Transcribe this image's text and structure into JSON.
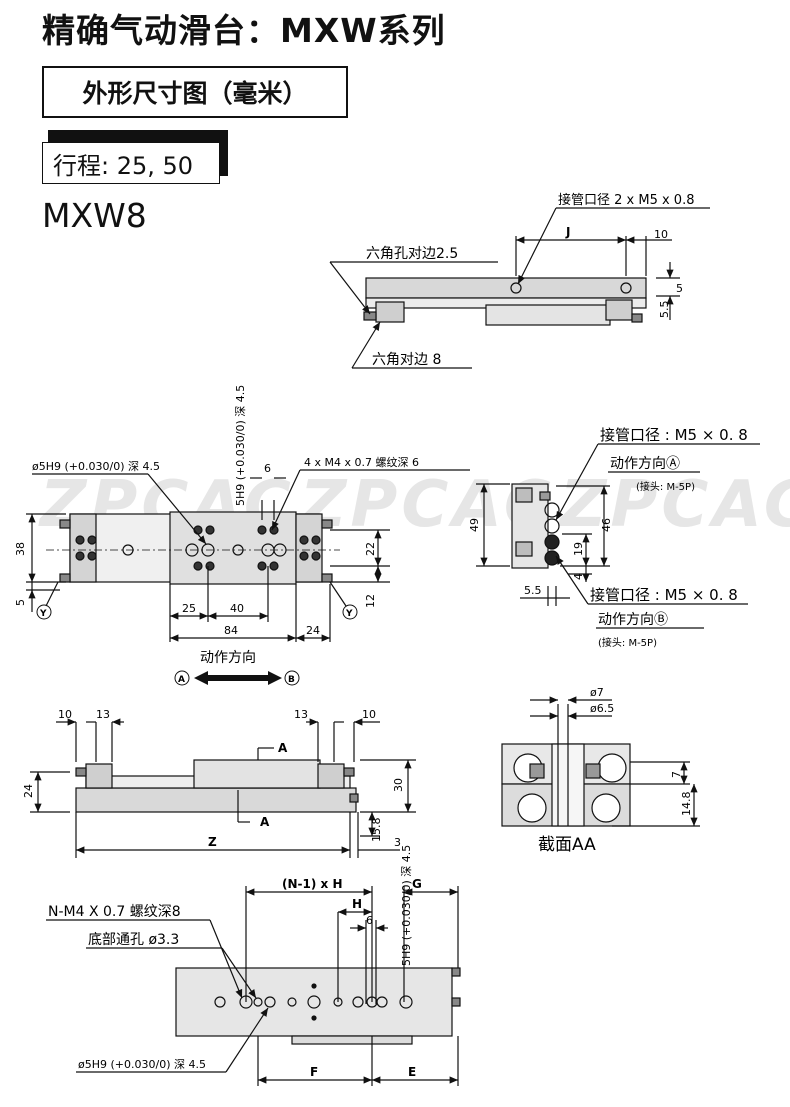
{
  "header": {
    "title": "精确气动滑台：MXW系列",
    "section_label": "外形尺寸图（毫米）",
    "stroke_label": "行程: 25, 50",
    "model": "MXW8"
  },
  "watermark": {
    "text_1": "ZPCAC",
    "text_2": "ZPCAC",
    "text_3": "ZPCAC"
  },
  "side_view": {
    "port_label": "接管口径 2 x M5 x 0.8",
    "hex_hole_label": "六角孔对边2.5",
    "hex_label": "六角对边 8",
    "dim_j": "J",
    "dim_10": "10",
    "dim_5": "5",
    "dim_5_5": "5.5"
  },
  "top_view": {
    "pin_hole_left": "ø5H9 (+0.030/0) 深 4.5",
    "pin_hole_vertical": "5H9 (+0.030/0) 深 4.5",
    "dim_6": "6",
    "thread_label": "4 x M4 x 0.7  螺纹深 6",
    "dim_38": "38",
    "dim_5": "5",
    "dim_22": "22",
    "dim_12": "12",
    "dim_25": "25",
    "dim_40": "40",
    "dim_84": "84",
    "dim_24": "24",
    "mark_y": "Y",
    "motion_label": "动作方向",
    "mark_a": "A",
    "mark_b": "B"
  },
  "end_view": {
    "port_a_label": "接管口径 : M5 × 0. 8",
    "dir_a_label": "动作方向Ⓐ",
    "fitting_a": "(接头: M-5P)",
    "port_b_label": "接管口径 : M5 × 0. 8",
    "dir_b_label": "动作方向Ⓑ",
    "fitting_b": "(接头: M-5P)",
    "dim_49": "49",
    "dim_46": "46",
    "dim_19": "19",
    "dim_4": "4",
    "dim_5_5": "5.5"
  },
  "front_view": {
    "dim_10_left": "10",
    "dim_13_left": "13",
    "dim_13_right": "13",
    "dim_10_right": "10",
    "section_a": "A",
    "dim_24": "24",
    "dim_30": "30",
    "dim_15_8": "15.8",
    "dim_3": "3",
    "dim_z": "Z"
  },
  "section_view": {
    "dim_7_dia": "ø7",
    "dim_6_5_dia": "ø6.5",
    "dim_7": "7",
    "dim_14_8": "14.8",
    "caption": "截面AA"
  },
  "bottom_view": {
    "dim_n_h": "(N-1) x H",
    "dim_g": "G",
    "dim_h": "H",
    "dim_6": "6",
    "pin_vertical": "5H9 (+0.030/0) 深 4.5",
    "thread_label": "N-M4 X 0.7 螺纹深8",
    "through_hole": "底部通孔 ø3.3",
    "pin_hole": "ø5H9 (+0.030/0) 深 4.5",
    "dim_f": "F",
    "dim_e": "E"
  }
}
